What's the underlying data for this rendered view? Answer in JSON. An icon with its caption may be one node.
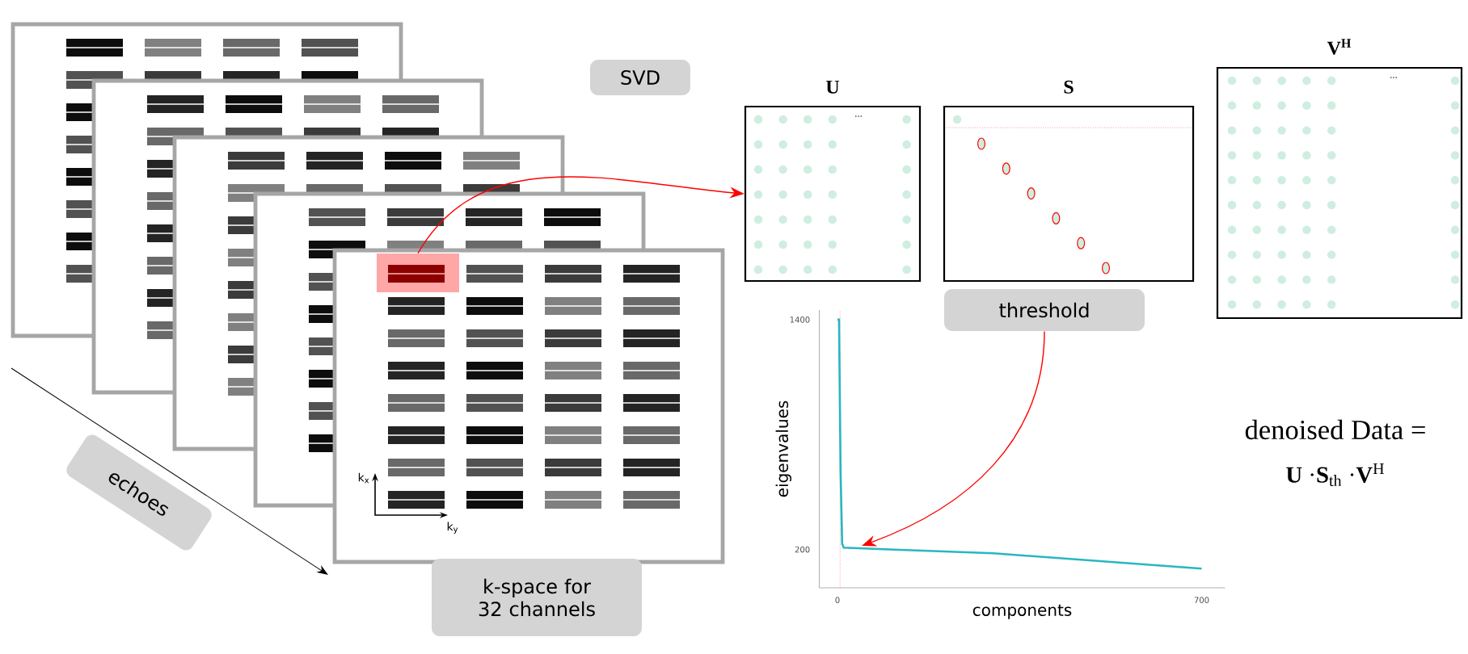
{
  "diagram": {
    "nodes": [
      {
        "text": [
          "U",
          "..."
        ]
      },
      {
        "text": [
          "S"
        ]
      },
      {
        "text": [
          "**V**$^{H}$",
          "..."
        ]
      },
      {
        "text": [],
        "shape": "box"
      },
      {
        "text": [
          "SVD"
        ]
      },
      {
        "text": [
          "threshold"
        ]
      },
      {
        "text": [
          "echoes"
        ]
      },
      {
        "text": [
          "k-space for 32 channels"
        ]
      }
    ],
    "edges": [
      {
        "from": 3,
        "to": 0,
        "arrow": "to"
      },
      {
        "from": 5,
        "to": null,
        "arrow": "to"
      }
    ],
    "labels": [
      "k$_{x}$",
      "k$_{y}$",
      "denoised Data =",
      "**U**  ·**S**$_{th}$ ·**V**$^{H}$"
    ],
    "chart_data": {
      "type": "line",
      "xlabel": "components",
      "ylabel": "eigenvalues",
      "x": [
        0,
        3,
        6,
        9,
        12,
        100,
        300,
        500,
        700
      ],
      "series": [
        {
          "color": "#29b6c1",
          "values": [
            1400,
            1400,
            600,
            230,
            210,
            200,
            180,
            140,
            100
          ]
        }
      ],
      "ref_lines": [
        {
          "axis": "x",
          "value": 5,
          "color": "#ff4c4c"
        }
      ],
      "xlim": [
        -35,
        745
      ],
      "ylim": [
        0,
        1450
      ],
      "xticks": [
        0,
        700
      ],
      "yticks": [
        200,
        1400
      ]
    }
  }
}
